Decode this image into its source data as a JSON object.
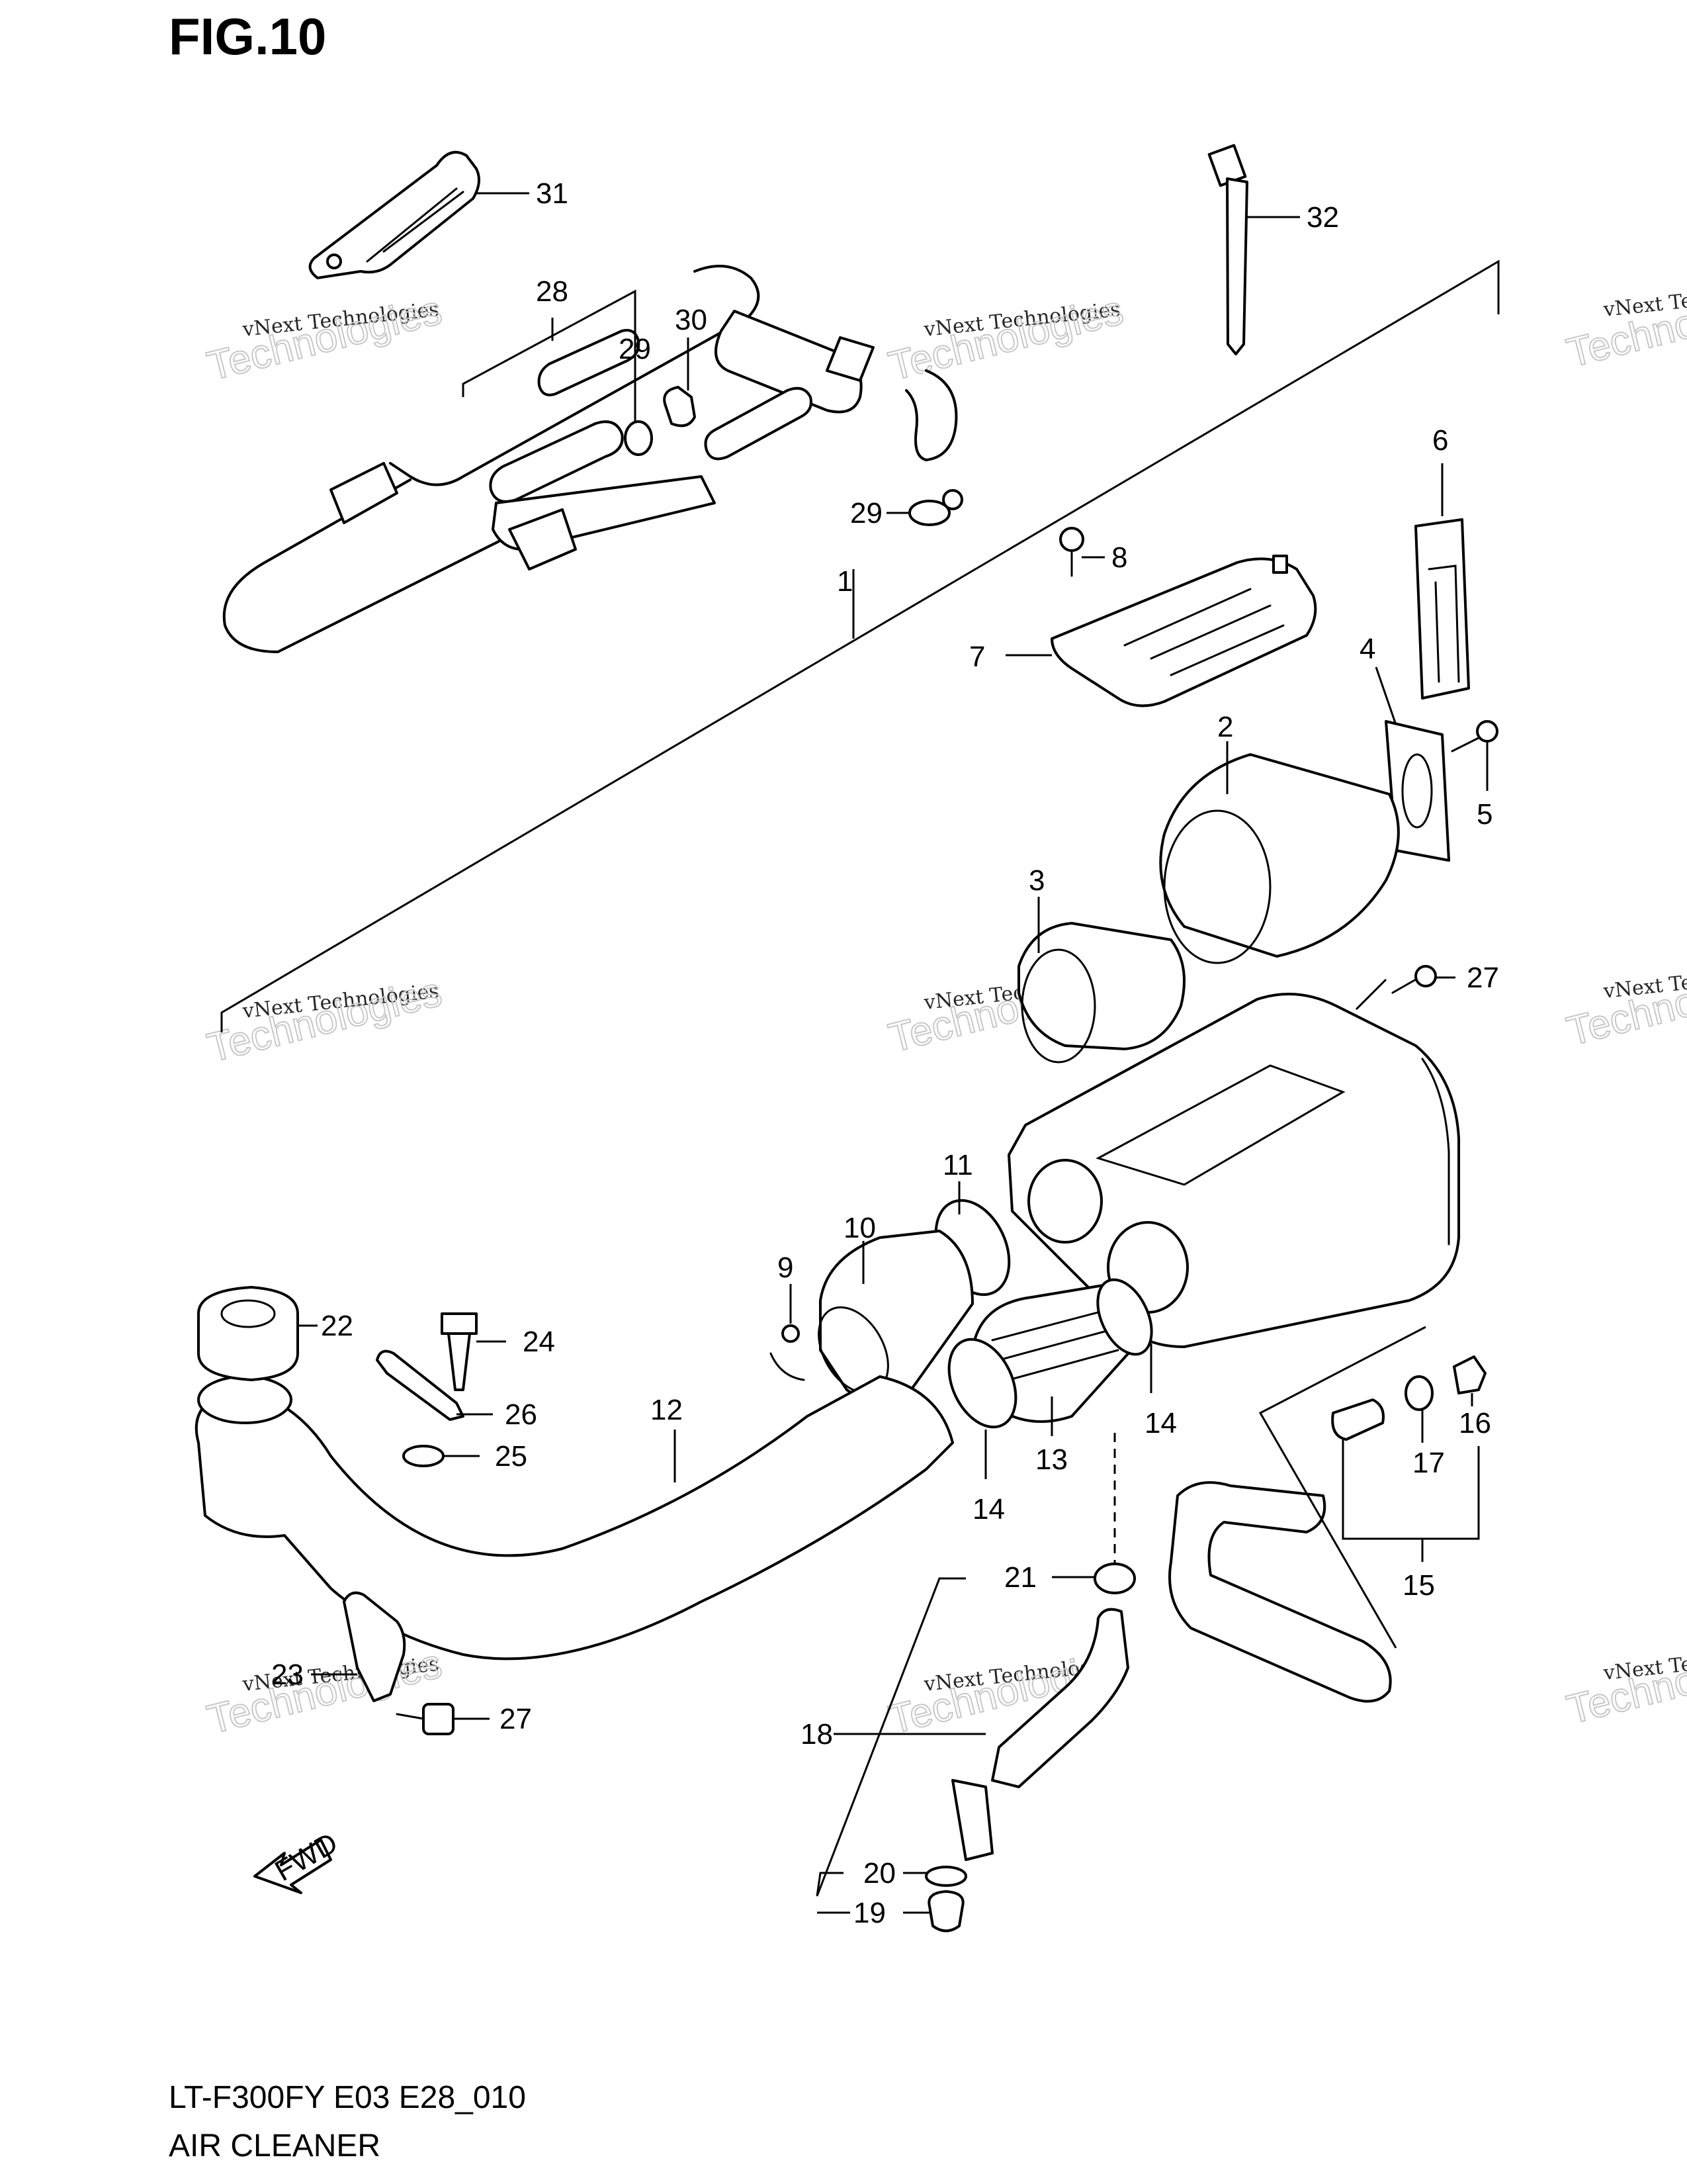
{
  "figure": {
    "title": "FIG.10",
    "model_code": "LT-F300FY E03 E28_010",
    "name": "AIR CLEANER"
  },
  "watermark": {
    "line1": "vNext Technologies",
    "line2": "Technologies"
  },
  "fwd_label": "FWD",
  "callouts": [
    "1",
    "2",
    "3",
    "4",
    "5",
    "6",
    "7",
    "8",
    "9",
    "10",
    "11",
    "12",
    "13",
    "14",
    "14",
    "15",
    "16",
    "17",
    "18",
    "19",
    "20",
    "21",
    "22",
    "23",
    "24",
    "25",
    "26",
    "27",
    "27",
    "28",
    "29",
    "29",
    "30",
    "31",
    "32"
  ]
}
